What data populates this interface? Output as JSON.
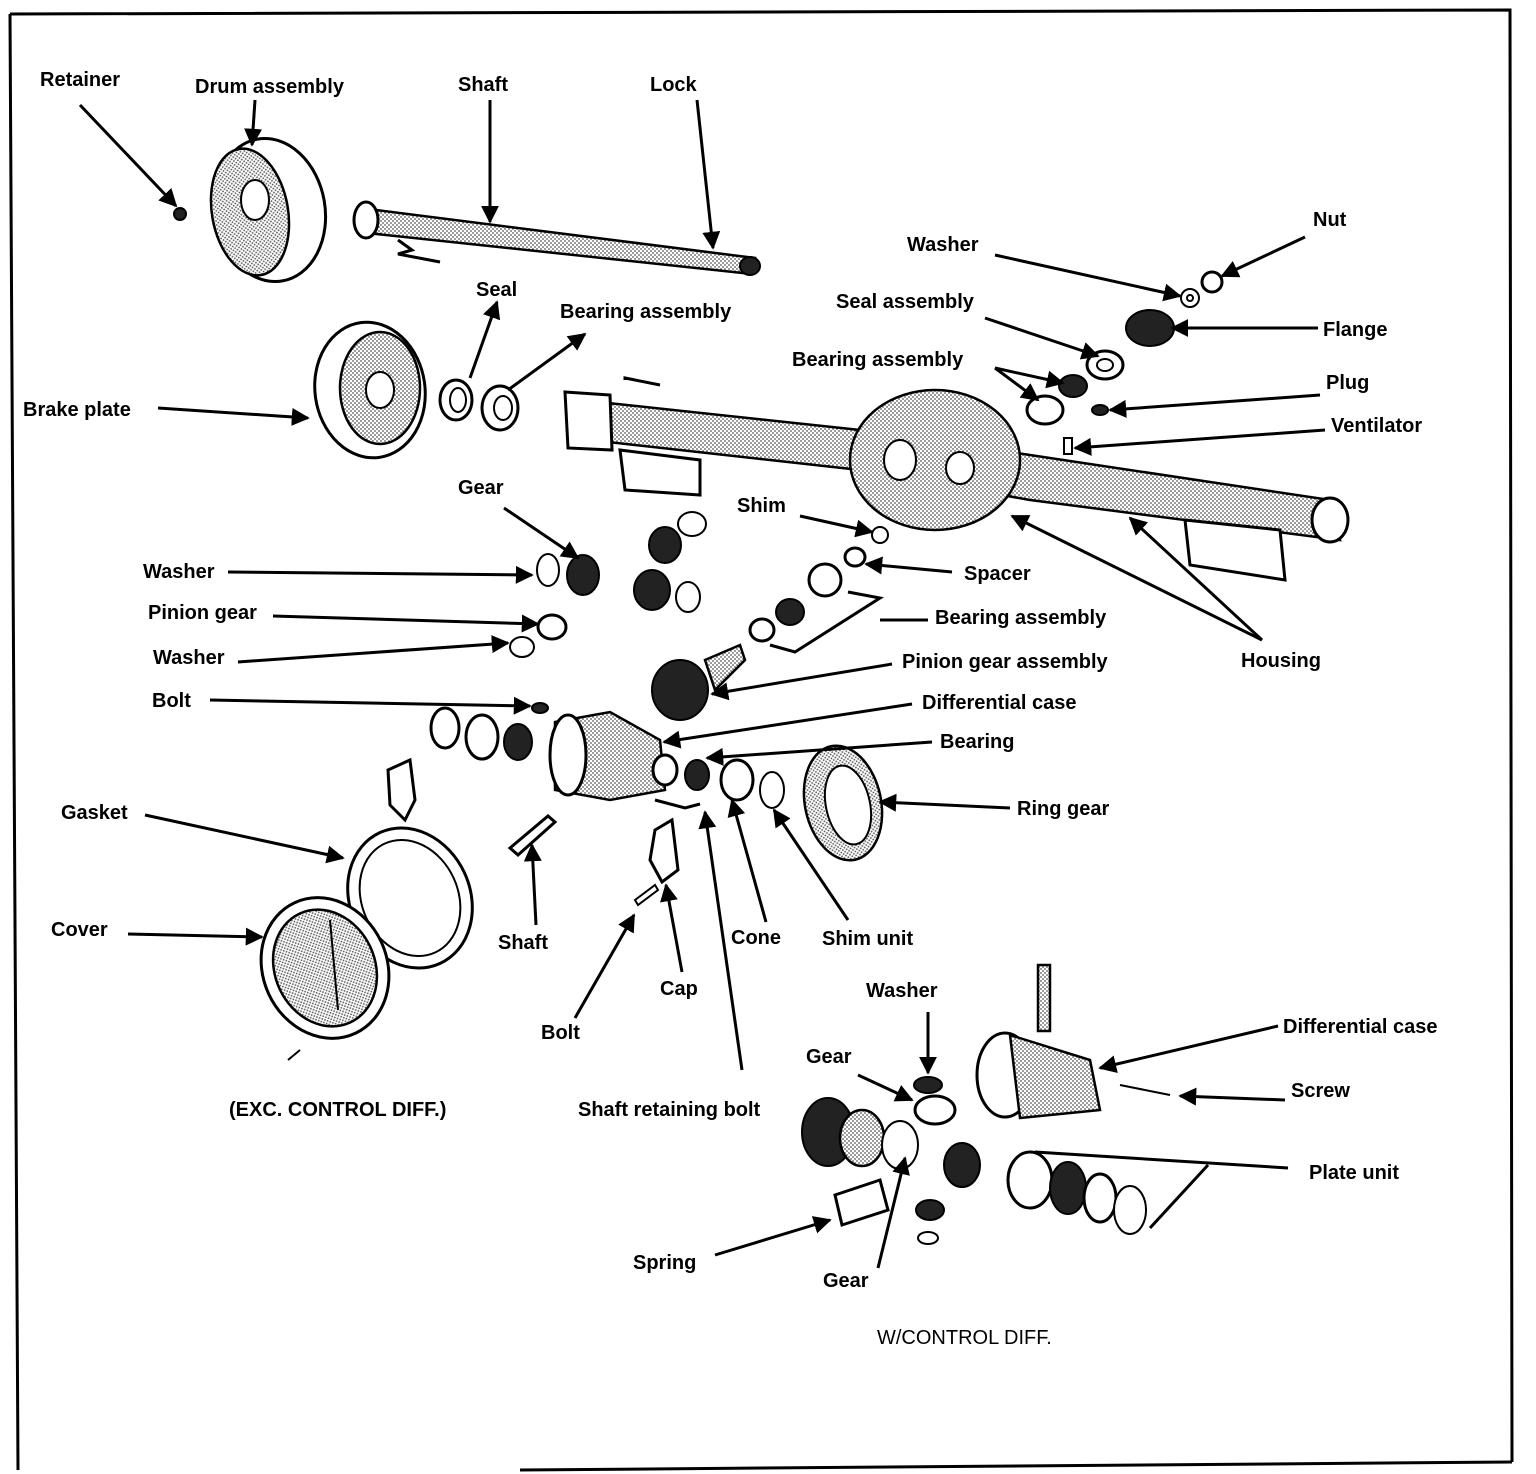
{
  "labels": {
    "retainer": "Retainer",
    "drum_assembly": "Drum assembly",
    "shaft_top": "Shaft",
    "lock": "Lock",
    "nut": "Nut",
    "washer_top": "Washer",
    "seal_assembly": "Seal assembly",
    "flange": "Flange",
    "seal": "Seal",
    "bearing_assembly_left": "Bearing assembly",
    "bearing_assembly_upper": "Bearing assembly",
    "plug": "Plug",
    "ventilator": "Ventilator",
    "brake_plate": "Brake plate",
    "gear_upper": "Gear",
    "shim": "Shim",
    "washer_mid": "Washer",
    "spacer": "Spacer",
    "pinion_gear": "Pinion gear",
    "bearing_assembly_mid": "Bearing assembly",
    "washer_lower": "Washer",
    "pinion_gear_assembly": "Pinion gear assembly",
    "housing": "Housing",
    "bolt_upper": "Bolt",
    "differential_case_upper": "Differential case",
    "bearing": "Bearing",
    "gasket": "Gasket",
    "ring_gear": "Ring gear",
    "cover": "Cover",
    "shaft_lower": "Shaft",
    "cone": "Cone",
    "shim_unit": "Shim unit",
    "cap": "Cap",
    "washer_control": "Washer",
    "bolt_lower": "Bolt",
    "differential_case_control": "Differential case",
    "gear_control_upper": "Gear",
    "screw": "Screw",
    "exc_control_diff": "(EXC. CONTROL DIFF.)",
    "shaft_retaining_bolt": "Shaft retaining bolt",
    "plate_unit": "Plate unit",
    "spring": "Spring",
    "gear_control_lower": "Gear",
    "w_control_diff": "W/CONTROL DIFF."
  }
}
